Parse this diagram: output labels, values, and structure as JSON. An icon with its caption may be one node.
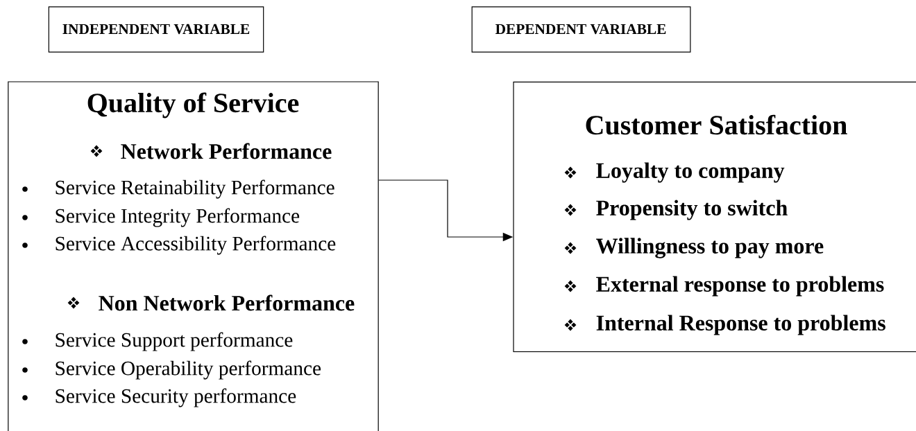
{
  "diagram": {
    "nodes": [
      {
        "text": [
          "INDEPENDENT VARIABLE"
        ]
      },
      {
        "text": [
          "DEPENDENT VARIABLE"
        ]
      },
      {
        "text": [
          "Quality of Service",
          "Network Performance",
          "Service Retainability Performance",
          "Service Integrity Performance",
          "Service Accessibility Performance",
          "Non Network Performance",
          "Service Support performance",
          "Service Operability performance",
          "Service Security performance"
        ]
      },
      {
        "text": [
          "Customer Satisfaction",
          "Loyalty to company",
          "Propensity to switch",
          "Willingness to pay more",
          "External response to problems",
          "Internal Response to problems"
        ]
      }
    ],
    "edges": [
      {
        "from": 2,
        "to": 3,
        "arrow": "to"
      }
    ]
  }
}
